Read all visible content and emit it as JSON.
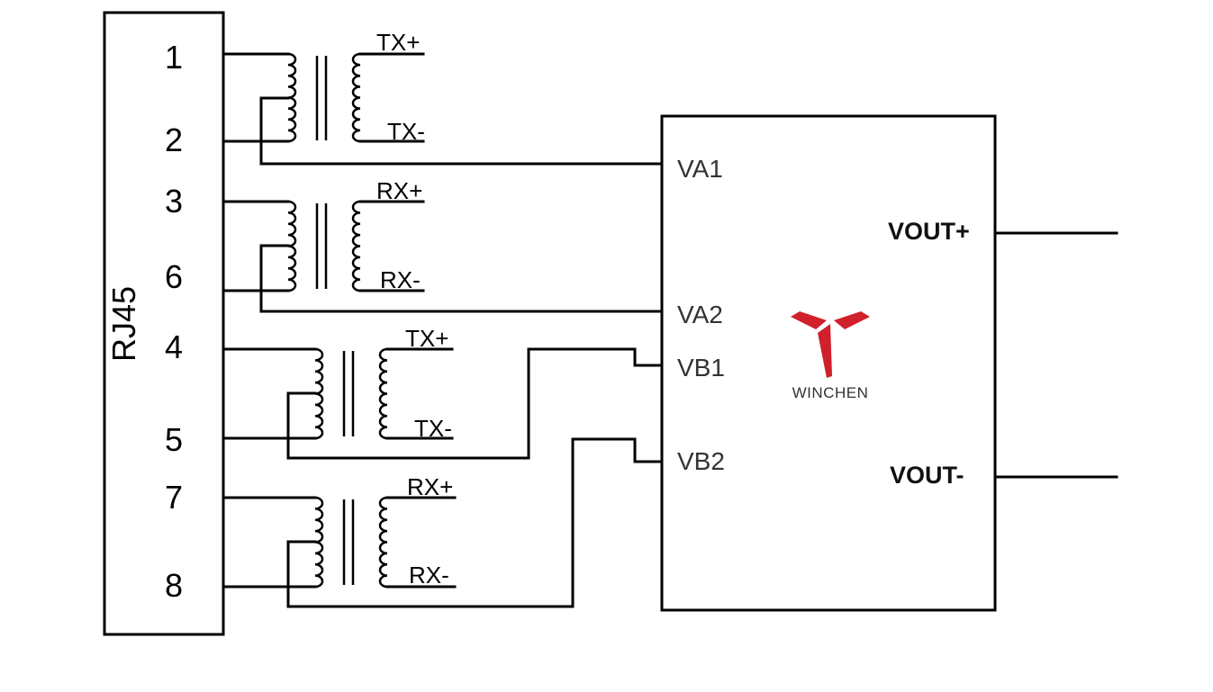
{
  "connector": {
    "label": "RJ45",
    "pins": [
      "1",
      "2",
      "3",
      "6",
      "4",
      "5",
      "7",
      "8"
    ]
  },
  "transformers": [
    {
      "plus": "TX+",
      "minus": "TX-"
    },
    {
      "plus": "RX+",
      "minus": "RX-"
    },
    {
      "plus": "TX+",
      "minus": "TX-"
    },
    {
      "plus": "RX+",
      "minus": "RX-"
    }
  ],
  "module": {
    "inputs": [
      "VA1",
      "VA2",
      "VB1",
      "VB2"
    ],
    "outputs": [
      "VOUT+",
      "VOUT-"
    ],
    "logo": {
      "text": "WINCHEN",
      "color": "#d0202a"
    }
  },
  "colors": {
    "line": "#000000",
    "logo": "#d0202a"
  }
}
